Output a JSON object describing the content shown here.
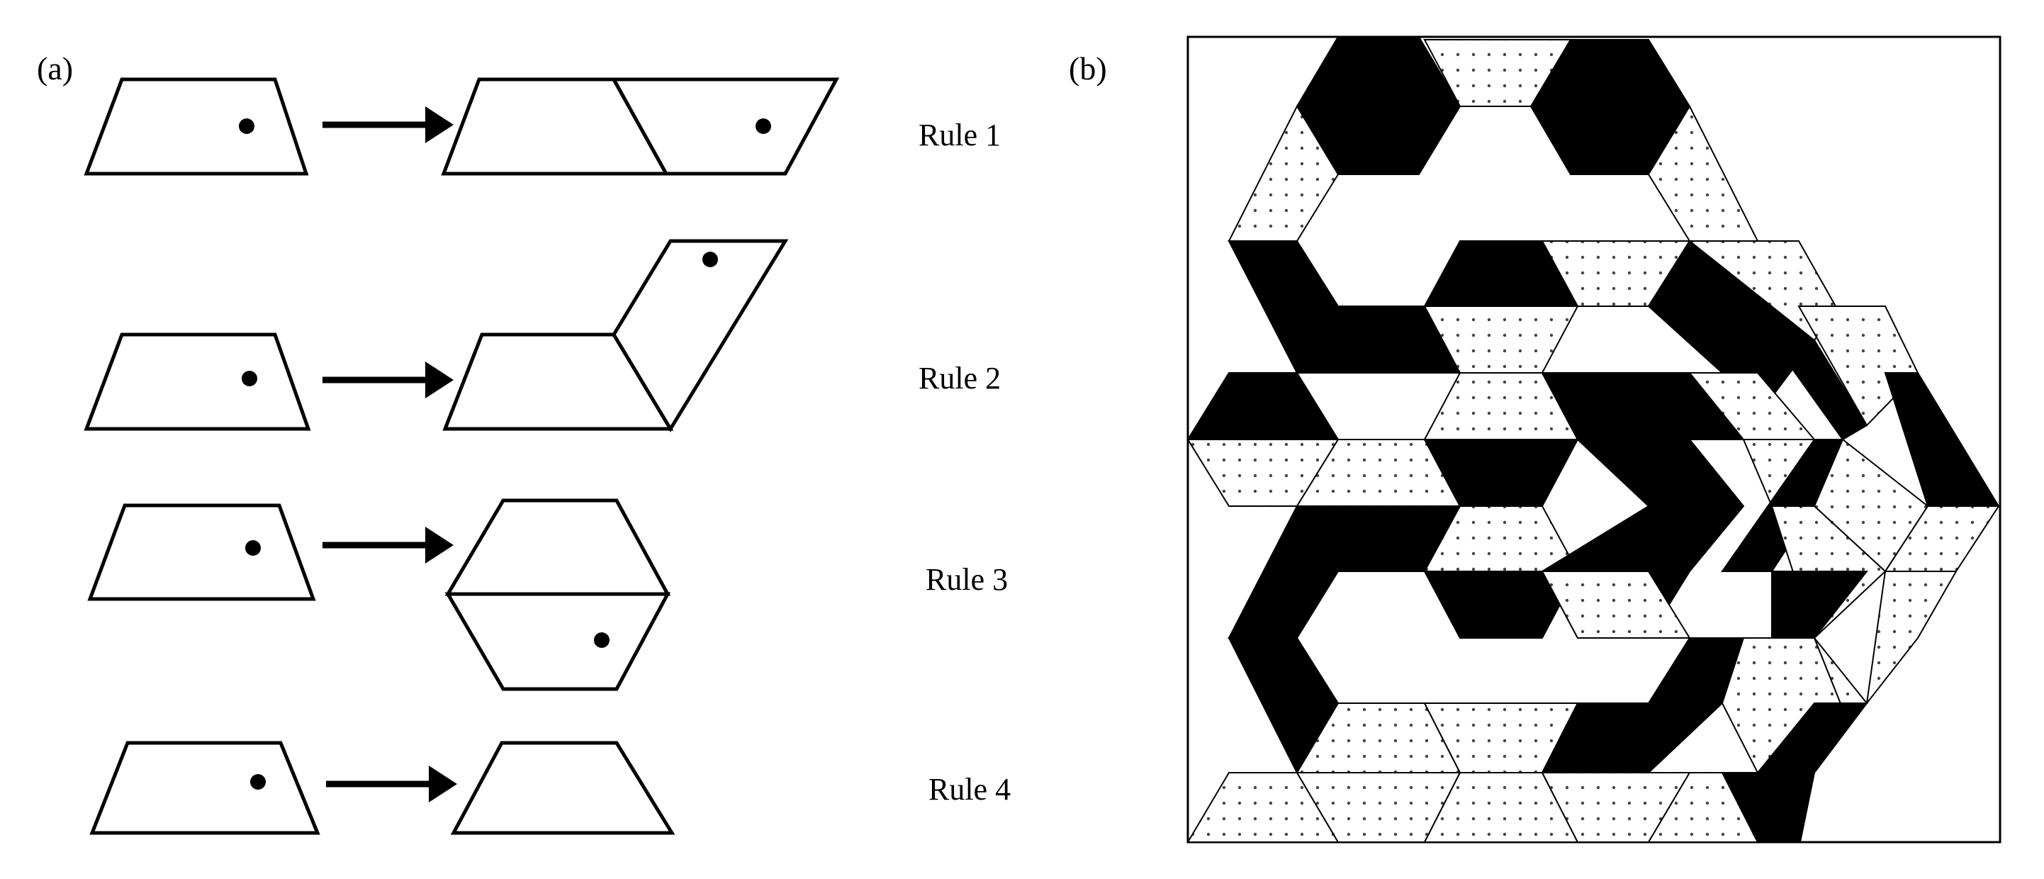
{
  "panels": [
    {
      "label": "(a)"
    },
    {
      "label": "(b)"
    }
  ],
  "rules": [
    {
      "label": "Rule 1"
    },
    {
      "label": "Rule 2"
    },
    {
      "label": "Rule 3"
    },
    {
      "label": "Rule 4"
    }
  ],
  "colors": {
    "ink": "#000000",
    "paper": "#ffffff",
    "dot_pattern": "#444444"
  },
  "tiling": {
    "tile_shape": "trapezoid (half-hexagon)",
    "fills": [
      "black",
      "dotted",
      "white"
    ]
  }
}
